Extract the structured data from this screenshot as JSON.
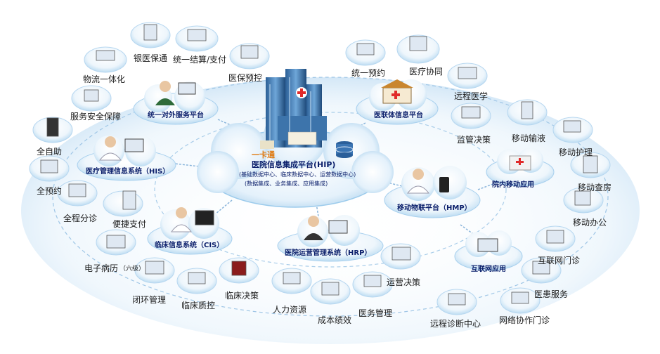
{
  "hub": {
    "title": "医院信息集成平台(HIP)",
    "sub1": "(基础数据中心、临床数据中心、运营数据中心)",
    "sub2": "(数据集成、业务集成、应用集成)",
    "card_label": "一卡通"
  },
  "clouds": {
    "external": "统一对外服务平台",
    "medical_alliance": "医联体信息平台",
    "his": "医疗管理信息系统（HIS）",
    "cis": "临床信息系统（CIS）",
    "hrp": "医院运营管理系统（HRP）",
    "hmp": "移动物联平台（HMP）",
    "mobile_app": "院内移动应用",
    "internet_app": "互联网应用"
  },
  "labels": {
    "bank_insurance": "银医保通",
    "unified_settlement": "统一结算/支付",
    "logistics": "物流一体化",
    "insurance_control": "医保预控",
    "service_security": "服务安全保障",
    "unified_booking": "统一预约",
    "medical_collab": "医疗协同",
    "remote_medicine": "远程医学",
    "supervision": "监管决策",
    "self_service": "全自助",
    "full_booking": "全预约",
    "triage": "全程分诊",
    "quick_pay": "便捷支付",
    "emr": "电子病历",
    "emr_level": "（六级）",
    "closed_loop": "闭环管理",
    "quality_control": "临床质控",
    "clinical_decision": "临床决策",
    "hr": "人力资源",
    "cost_perf": "成本绩效",
    "medical_affairs": "医务管理",
    "ops_decision": "运营决策",
    "mobile_infusion": "移动输液",
    "mobile_nursing": "移动护理",
    "mobile_rounds": "移动查房",
    "mobile_office": "移动办公",
    "internet_clinic": "互联网门诊",
    "patient_service": "医患服务",
    "network_clinic": "网络协作门诊",
    "remote_diagnosis": "远程诊断中心"
  }
}
